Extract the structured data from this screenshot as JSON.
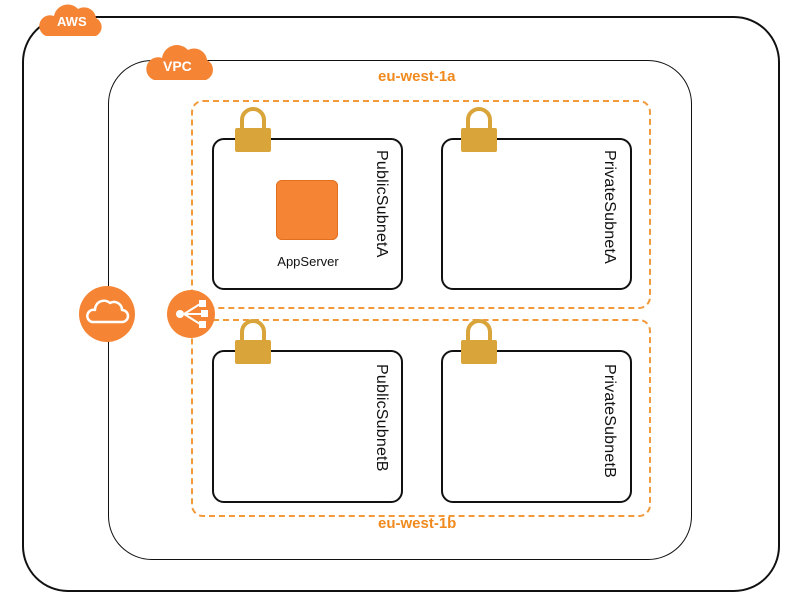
{
  "labels": {
    "aws": "AWS",
    "vpc": "VPC",
    "az_a": "eu-west-1a",
    "az_b": "eu-west-1b"
  },
  "subnets": [
    {
      "name": "PublicSubnetA"
    },
    {
      "name": "PrivateSubnetA"
    },
    {
      "name": "PublicSubnetB"
    },
    {
      "name": "PrivateSubnetB"
    }
  ],
  "server": {
    "label": "AppServer"
  },
  "icons": {
    "aws_badge": "cloud-badge-icon",
    "vpc_badge": "cloud-badge-icon",
    "internet_gateway": "cloud-icon",
    "load_balancer": "load-balancer-icon",
    "subnet_lock": "padlock-icon",
    "server": "server-icon"
  },
  "colors": {
    "orange": "#f58535",
    "az_dash": "#f2993a",
    "lock_gold": "#d9a53a",
    "border": "#111111"
  }
}
